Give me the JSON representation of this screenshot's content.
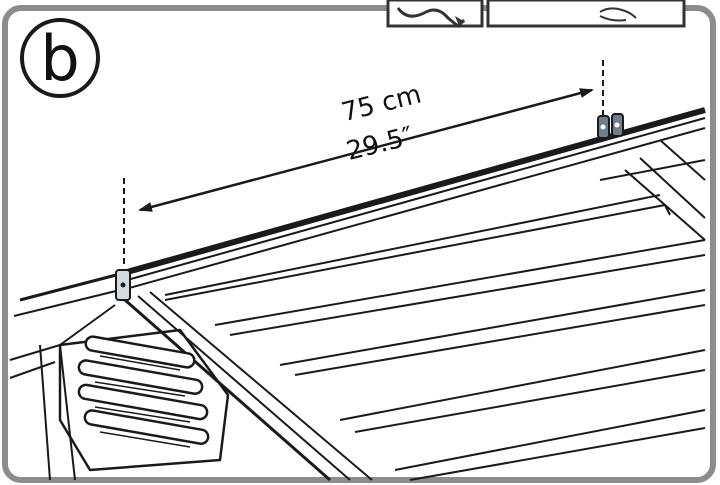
{
  "step_letter": "b",
  "measurement": {
    "metric": "75 cm",
    "imperial": "29.5″"
  },
  "colors": {
    "line": "#1a1a1a",
    "frame": "#8c8c8c",
    "paper": "#ffffff",
    "bracket": "#6f7d8c"
  },
  "icons": [
    "hand-icon",
    "tool-icon"
  ]
}
